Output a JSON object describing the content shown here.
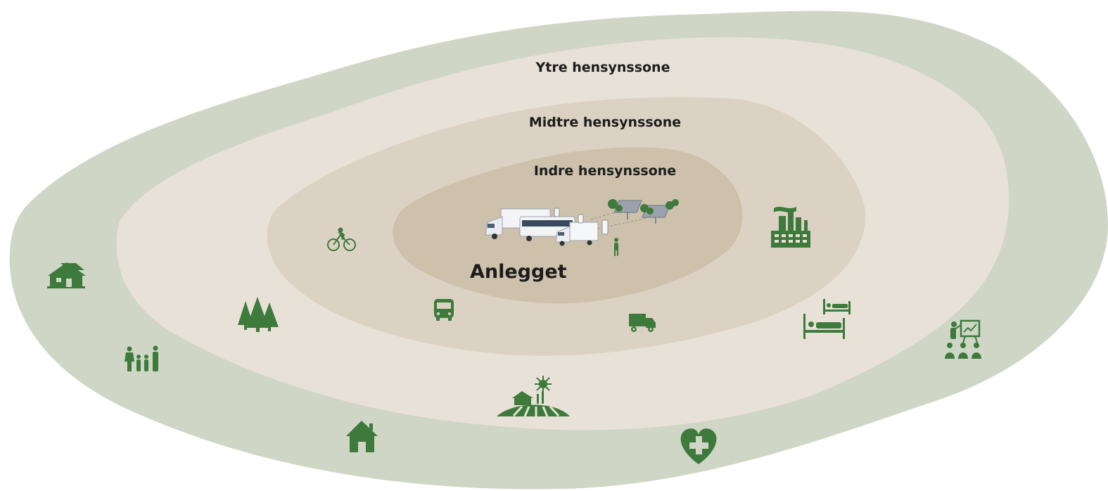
{
  "diagram": {
    "zones": {
      "outer": {
        "label": "Ytre hensynssone",
        "color": "#e8e1d7"
      },
      "middle": {
        "label": "Midtre hensynssone",
        "color": "#dcd2c3"
      },
      "inner": {
        "label": "Indre hensynssone",
        "color": "#cdc1ac"
      },
      "surround": {
        "color": "#d0d6c6"
      }
    },
    "facility": {
      "label": "Anlegget"
    },
    "icon_color": "#3d7a3b",
    "icons": [
      "bicycle-icon",
      "bus-icon",
      "truck-icon",
      "factory-icon",
      "hospital-beds-icon",
      "forest-icon",
      "farm-icon",
      "family-icon",
      "cottage-icon",
      "house-icon",
      "health-heart-icon",
      "school-classroom-icon",
      "charging-station-illustration"
    ]
  }
}
